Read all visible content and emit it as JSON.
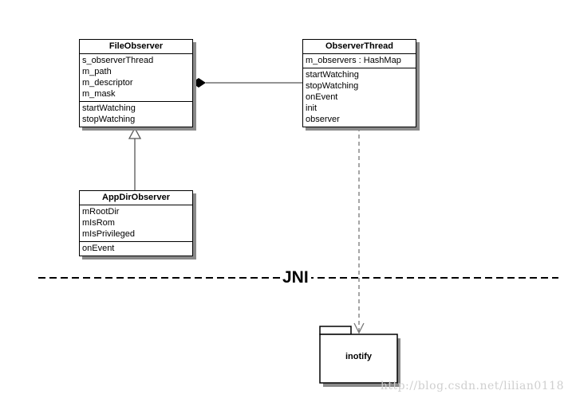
{
  "classes": {
    "file_observer": {
      "name": "FileObserver",
      "attributes": [
        "s_observerThread",
        "m_path",
        "m_descriptor",
        "m_mask"
      ],
      "methods": [
        "startWatching",
        "stopWatching"
      ]
    },
    "observer_thread": {
      "name": "ObserverThread",
      "attributes": [
        "m_observers : HashMap"
      ],
      "methods": [
        "startWatching",
        "stopWatching",
        "onEvent",
        "init",
        "observer"
      ]
    },
    "app_dir_observer": {
      "name": "AppDirObserver",
      "attributes": [
        "mRootDir",
        "mIsRom",
        "mIsPrivileged"
      ],
      "methods": [
        "onEvent"
      ]
    }
  },
  "package": {
    "name": "inotify"
  },
  "boundary": {
    "label": "JNI"
  },
  "watermark": "http://blog.csdn.net/lilian0118"
}
